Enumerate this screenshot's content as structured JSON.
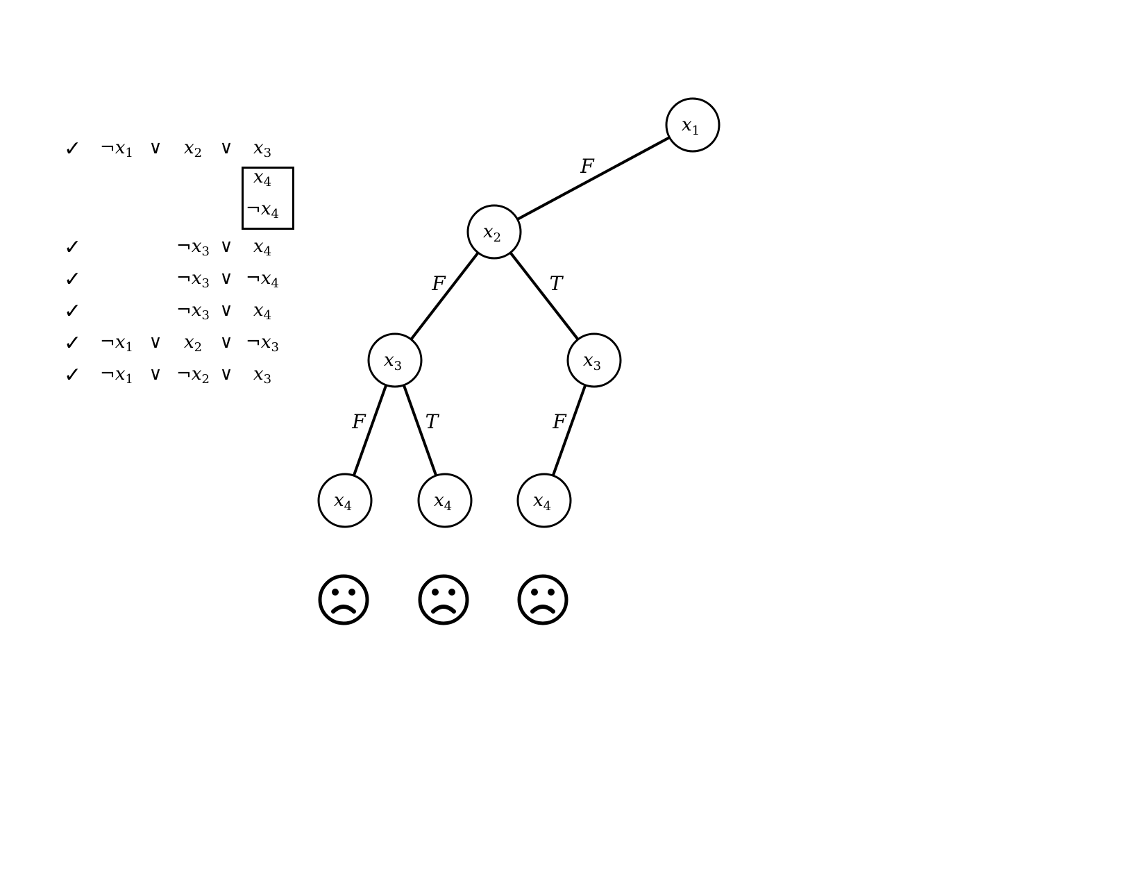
{
  "clauses": [
    {
      "checked": true,
      "check_mark": "✓",
      "cols": [
        {
          "neg": "¬",
          "var": "x",
          "sub": "1"
        },
        {
          "op": "∨"
        },
        {
          "neg": "",
          "var": "x",
          "sub": "2"
        },
        {
          "op": "∨"
        },
        {
          "neg": "",
          "var": "x",
          "sub": "3"
        }
      ]
    },
    {
      "checked": true,
      "check_mark": "✓",
      "cols": [
        null,
        null,
        {
          "neg": "¬",
          "var": "x",
          "sub": "3"
        },
        {
          "op": "∨"
        },
        {
          "neg": "",
          "var": "x",
          "sub": "4"
        }
      ]
    },
    {
      "checked": true,
      "check_mark": "✓",
      "cols": [
        null,
        null,
        {
          "neg": "¬",
          "var": "x",
          "sub": "3"
        },
        {
          "op": "∨"
        },
        {
          "neg": "¬",
          "var": "x",
          "sub": "4"
        }
      ]
    },
    {
      "checked": true,
      "check_mark": "✓",
      "cols": [
        null,
        null,
        {
          "neg": "¬",
          "var": "x",
          "sub": "3"
        },
        {
          "op": "∨"
        },
        {
          "neg": "",
          "var": "x",
          "sub": "4"
        }
      ]
    },
    {
      "checked": true,
      "check_mark": "✓",
      "cols": [
        {
          "neg": "¬",
          "var": "x",
          "sub": "1"
        },
        {
          "op": "∨"
        },
        {
          "neg": "",
          "var": "x",
          "sub": "2"
        },
        {
          "op": "∨"
        },
        {
          "neg": "¬",
          "var": "x",
          "sub": "3"
        }
      ]
    },
    {
      "checked": true,
      "check_mark": "✓",
      "cols": [
        {
          "neg": "¬",
          "var": "x",
          "sub": "1"
        },
        {
          "op": "∨"
        },
        {
          "neg": "¬",
          "var": "x",
          "sub": "2"
        },
        {
          "op": "∨"
        },
        {
          "neg": "",
          "var": "x",
          "sub": "3"
        }
      ]
    }
  ],
  "conflict_box": [
    {
      "neg": "",
      "var": "x",
      "sub": "4"
    },
    {
      "neg": "¬",
      "var": "x",
      "sub": "4"
    }
  ],
  "tree": {
    "nodes": [
      {
        "id": "n1",
        "var": "x",
        "sub": "1"
      },
      {
        "id": "n2",
        "var": "x",
        "sub": "2"
      },
      {
        "id": "n3a",
        "var": "x",
        "sub": "3"
      },
      {
        "id": "n3b",
        "var": "x",
        "sub": "3"
      },
      {
        "id": "n4a",
        "var": "x",
        "sub": "4"
      },
      {
        "id": "n4b",
        "var": "x",
        "sub": "4"
      },
      {
        "id": "n4c",
        "var": "x",
        "sub": "4"
      }
    ],
    "edges": [
      {
        "from": "n1",
        "to": "n2",
        "label": "F"
      },
      {
        "from": "n2",
        "to": "n3a",
        "label": "F"
      },
      {
        "from": "n2",
        "to": "n3b",
        "label": "T"
      },
      {
        "from": "n3a",
        "to": "n4a",
        "label": "F"
      },
      {
        "from": "n3a",
        "to": "n4b",
        "label": "T"
      },
      {
        "from": "n3b",
        "to": "n4c",
        "label": "F"
      }
    ],
    "outcomes": [
      {
        "under": "n4a",
        "icon": "sad-face-icon"
      },
      {
        "under": "n4b",
        "icon": "sad-face-icon"
      },
      {
        "under": "n4c",
        "icon": "sad-face-icon"
      }
    ]
  },
  "colors": {
    "ink": "#000000",
    "background": "#ffffff"
  }
}
